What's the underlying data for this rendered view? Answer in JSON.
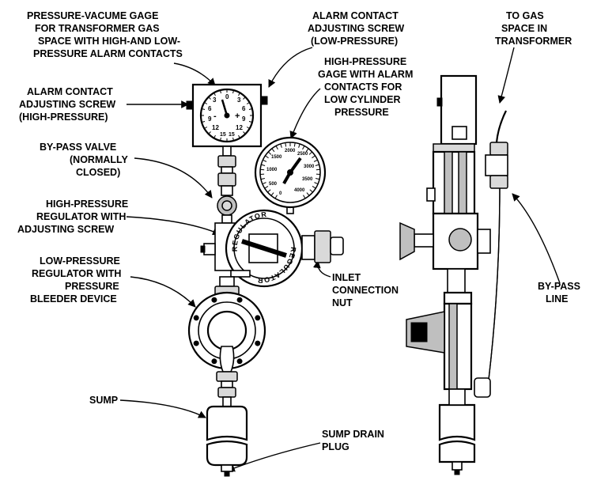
{
  "labels": {
    "pressure_vacume_gage": [
      "PRESSURE-VACUME GAGE",
      "FOR TRANSFORMER GAS",
      "SPACE WITH HIGH-AND LOW-",
      "PRESSURE ALARM CONTACTS"
    ],
    "alarm_contact_low": [
      "ALARM CONTACT",
      "ADJUSTING SCREW",
      "(LOW-PRESSURE)"
    ],
    "to_gas_space": [
      "TO GAS",
      "SPACE IN",
      "TRANSFORMER"
    ],
    "high_pressure_gage": [
      "HIGH-PRESSURE",
      "GAGE WITH ALARM",
      "CONTACTS FOR",
      "LOW CYLINDER",
      "PRESSURE"
    ],
    "alarm_contact_high": [
      "ALARM CONTACT",
      "ADJUSTING SCREW",
      "(HIGH-PRESSURE)"
    ],
    "by_pass_valve": [
      "BY-PASS VALVE",
      "(NORMALLY",
      "CLOSED)"
    ],
    "high_pressure_regulator": [
      "HIGH-PRESSURE",
      "REGULATOR WITH",
      "ADJUSTING SCREW"
    ],
    "low_pressure_regulator": [
      "LOW-PRESSURE",
      "REGULATOR WITH",
      "PRESSURE",
      "BLEEDER DEVICE"
    ],
    "inlet_connection_nut": [
      "INLET",
      "CONNECTION",
      "NUT"
    ],
    "by_pass_line": [
      "BY-PASS",
      "LINE"
    ],
    "sump": [
      "SUMP"
    ],
    "sump_drain_plug": [
      "SUMP DRAIN",
      "PLUG"
    ]
  },
  "gauge_small": {
    "numbers": [
      "0",
      "3",
      "6",
      "9",
      "12",
      "15",
      "15",
      "12",
      "9",
      "6",
      "3"
    ],
    "signs": [
      "-",
      "+"
    ]
  },
  "gauge_large": {
    "numbers": [
      "0",
      "500",
      "1000",
      "1500",
      "2000",
      "2500",
      "3000",
      "3500",
      "4000"
    ]
  },
  "regulator": {
    "text_top": "REGULATOR",
    "text_bottom": "REGULATOR"
  }
}
